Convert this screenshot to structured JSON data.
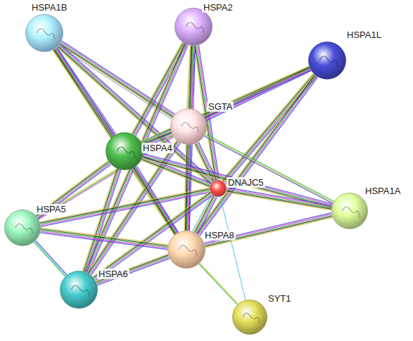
{
  "diagram": {
    "nodes": [
      {
        "text": [
          "HSPA1B"
        ]
      },
      {
        "text": [
          "HSPA2"
        ]
      },
      {
        "text": [
          "HSPA1L"
        ]
      },
      {
        "text": [
          "SGTA"
        ]
      },
      {
        "text": [
          "HSPA4"
        ]
      },
      {
        "text": [
          "DNAJC5"
        ]
      },
      {
        "text": [
          "HSPA1A"
        ]
      },
      {
        "text": [
          "HSPA5"
        ]
      },
      {
        "text": [
          "HSPA8"
        ]
      },
      {
        "text": [
          "HSPA6"
        ]
      },
      {
        "text": [
          "SYT1"
        ]
      }
    ],
    "edges": [
      {
        "from": 0,
        "to": 3,
        "arrow": "none"
      },
      {
        "from": 0,
        "to": 4,
        "arrow": "none"
      },
      {
        "from": 0,
        "to": 5,
        "arrow": "none"
      },
      {
        "from": 0,
        "to": 8,
        "arrow": "none"
      },
      {
        "from": 1,
        "to": 3,
        "arrow": "none"
      },
      {
        "from": 1,
        "to": 4,
        "arrow": "none"
      },
      {
        "from": 1,
        "to": 5,
        "arrow": "none"
      },
      {
        "from": 1,
        "to": 8,
        "arrow": "none"
      },
      {
        "from": 1,
        "to": 9,
        "arrow": "none"
      },
      {
        "from": 2,
        "to": 3,
        "arrow": "none"
      },
      {
        "from": 2,
        "to": 4,
        "arrow": "none"
      },
      {
        "from": 2,
        "to": 5,
        "arrow": "none"
      },
      {
        "from": 2,
        "to": 8,
        "arrow": "none"
      },
      {
        "from": 3,
        "to": 4,
        "arrow": "none"
      },
      {
        "from": 3,
        "to": 5,
        "arrow": "none"
      },
      {
        "from": 3,
        "to": 8,
        "arrow": "none"
      },
      {
        "from": 3,
        "to": 7,
        "arrow": "none"
      },
      {
        "from": 3,
        "to": 9,
        "arrow": "none"
      },
      {
        "from": 3,
        "to": 6,
        "arrow": "none"
      },
      {
        "from": 4,
        "to": 5,
        "arrow": "none"
      },
      {
        "from": 4,
        "to": 8,
        "arrow": "none"
      },
      {
        "from": 4,
        "to": 7,
        "arrow": "none"
      },
      {
        "from": 4,
        "to": 9,
        "arrow": "none"
      },
      {
        "from": 4,
        "to": 6,
        "arrow": "none"
      },
      {
        "from": 5,
        "to": 8,
        "arrow": "none"
      },
      {
        "from": 5,
        "to": 7,
        "arrow": "none"
      },
      {
        "from": 5,
        "to": 9,
        "arrow": "none"
      },
      {
        "from": 5,
        "to": 6,
        "arrow": "none"
      },
      {
        "from": 5,
        "to": 10,
        "arrow": "none"
      },
      {
        "from": 8,
        "to": 7,
        "arrow": "none"
      },
      {
        "from": 8,
        "to": 9,
        "arrow": "none"
      },
      {
        "from": 8,
        "to": 6,
        "arrow": "none"
      },
      {
        "from": 8,
        "to": 10,
        "arrow": "none"
      },
      {
        "from": 7,
        "to": 9,
        "arrow": "none"
      }
    ]
  }
}
